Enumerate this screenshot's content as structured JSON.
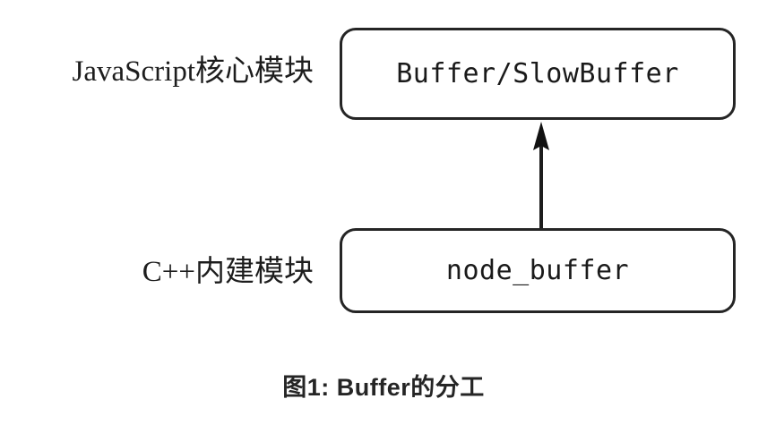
{
  "figure": {
    "caption": "图1: Buffer的分工",
    "background_color": "#ffffff",
    "stroke_color": "#252525"
  },
  "layers": [
    {
      "label": "JavaScript核心模块",
      "node": "Buffer/SlowBuffer"
    },
    {
      "label": "C++内建模块",
      "node": "node_buffer"
    }
  ],
  "edges": [
    {
      "from": "node_buffer",
      "to": "Buffer/SlowBuffer",
      "direction": "up",
      "arrowhead": "filled-triangle"
    }
  ]
}
